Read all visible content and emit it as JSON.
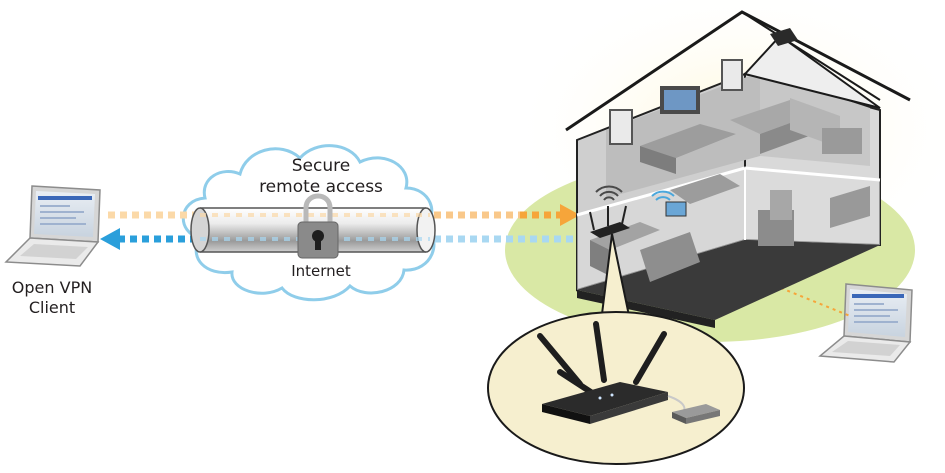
{
  "cloud": {
    "title_line1": "Secure",
    "title_line2": "remote access",
    "internet_label": "Internet"
  },
  "client": {
    "label_line1": "Open VPN",
    "label_line2": "Client"
  },
  "colors": {
    "orange_arrow": "#f6a53a",
    "orange_arrow_light": "#fbd9a8",
    "blue_arrow": "#2a9fdb",
    "blue_arrow_light": "#a9d8f2",
    "lawn": "#d9e8a5",
    "cloud_outline": "#8fcdea",
    "house_interior": "#cfcfcf",
    "router_bubble": "#f6efcf"
  },
  "icons": [
    "padlock-icon",
    "wifi-icon",
    "laptop-icon",
    "router-icon",
    "modem-icon"
  ]
}
